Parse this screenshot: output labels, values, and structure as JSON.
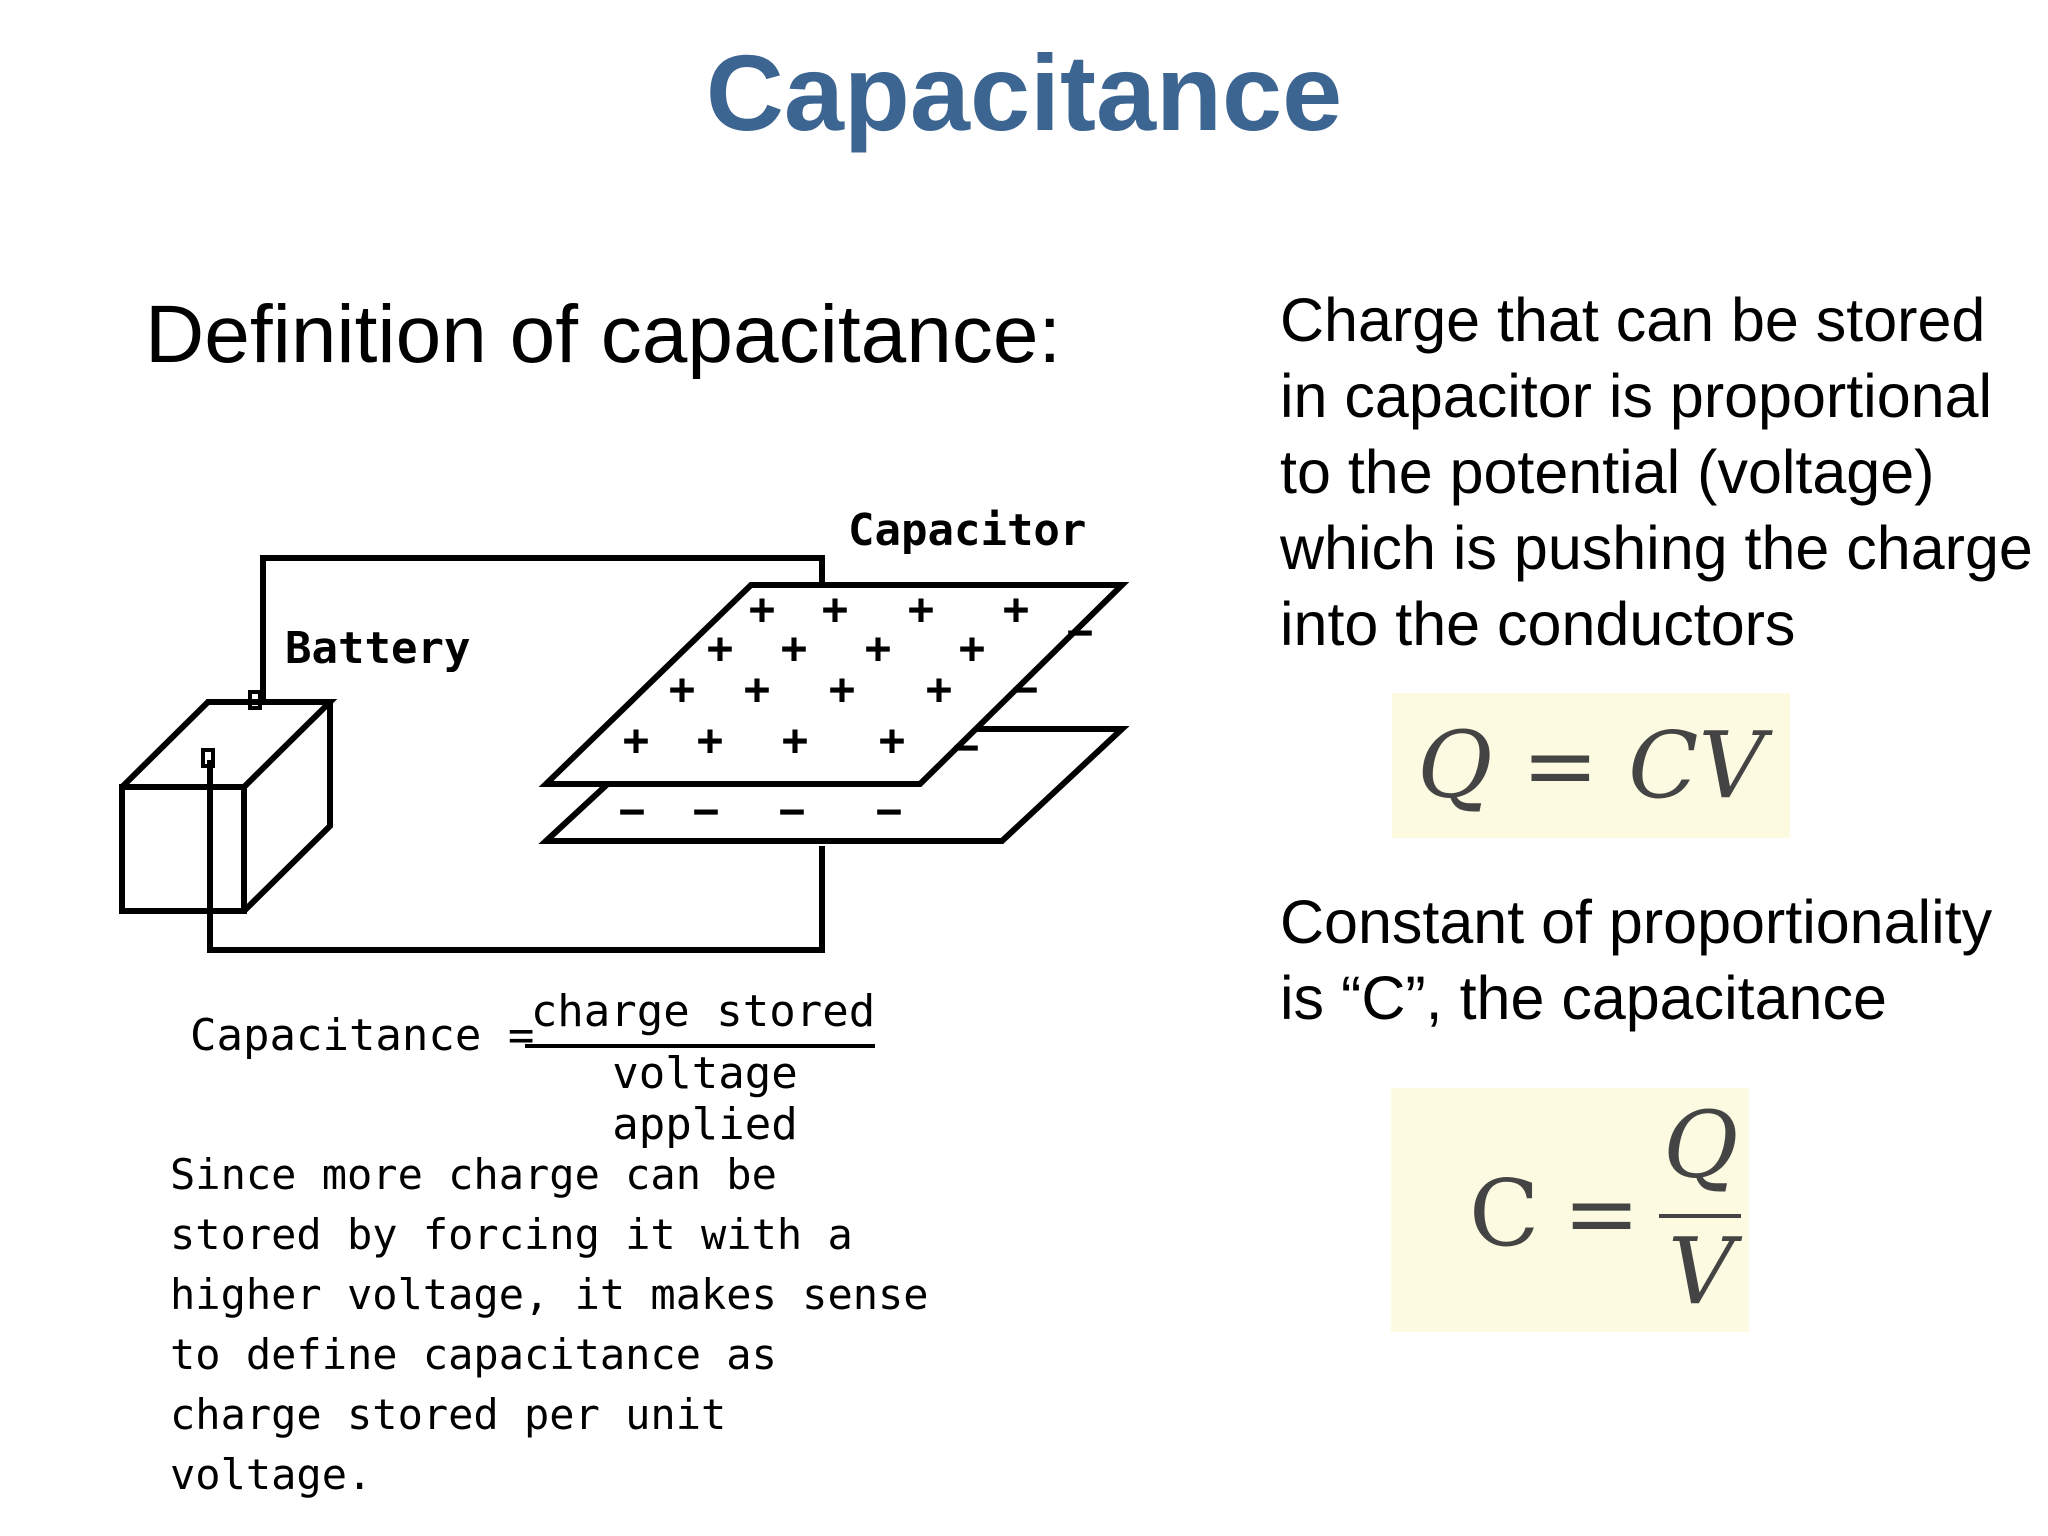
{
  "title": "Capacitance",
  "subtitle": "Definition of capacitance:",
  "diagram": {
    "capacitor_label": "Capacitor",
    "battery_label": "Battery",
    "plus_sign": "+",
    "minus_sign": "−"
  },
  "formula": {
    "label": "Capacitance =",
    "numerator": "charge stored",
    "denominator": "voltage applied"
  },
  "explanation": "Since more charge can be stored by forcing it with a higher voltage, it makes sense to define capacitance as charge stored per unit voltage.",
  "right": {
    "paragraph1": "Charge that can be stored in capacitor is proportional to the potential (voltage) which is pushing the charge into the conductors",
    "equation1": "Q = CV",
    "paragraph2": "Constant of proportionality is “C”, the capacitance",
    "equation2": {
      "lhs": "C",
      "equals": "=",
      "numerator": "Q",
      "denominator": "V"
    }
  },
  "colors": {
    "title": "#3d6591",
    "equation_background": "#fcfae0"
  }
}
